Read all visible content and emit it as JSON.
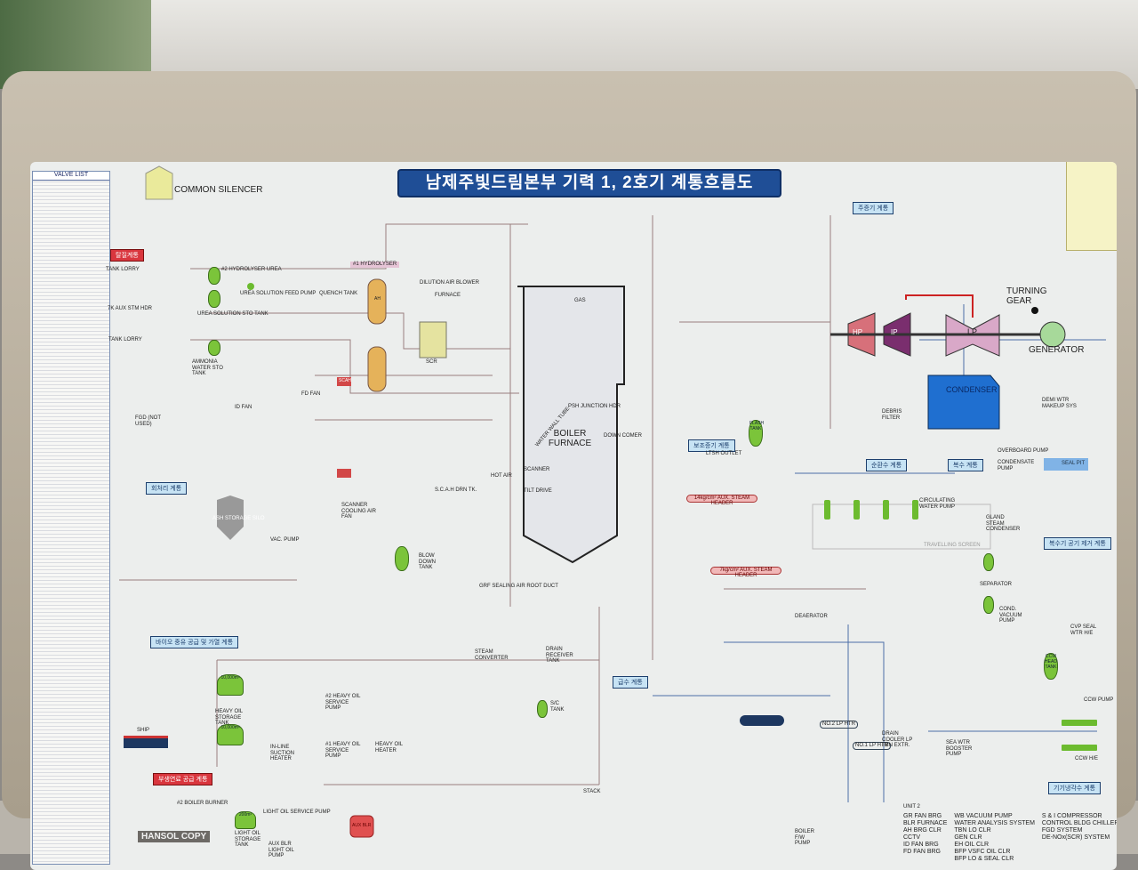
{
  "title": "남제주빛드림본부 기력 1, 2호기 계통흐름도",
  "valve_list": "VALVE LIST",
  "common_silencer": "COMMON SILENCER",
  "turbine": {
    "hp": "HP",
    "ip": "IP",
    "lp": "LP",
    "turning_gear": "TURNING GEAR",
    "generator": "GENERATOR",
    "condenser": "CONDENSER"
  },
  "boiler": {
    "label": "BOILER FURNACE",
    "gas": "GAS",
    "water_wall": "WATER WALL TUBE",
    "down_comer": "DOWN COMER",
    "scanner": "SCANNER",
    "tilt_drive": "TILT DRIVE",
    "psh_junction": "PSH JUNCTION HDR"
  },
  "sections": {
    "denox": "탈질계통",
    "ash": "회처리 계통",
    "heavy_oil": "바이오 중유 공급 및 가열 계통",
    "byproduct_fuel": "부생연료 공급 계통",
    "aux_steam": "보조증기 계통",
    "circ_water": "순환수 계통",
    "condensate": "복수 계통",
    "cond_air_removal": "복수기 공기 제거 계통",
    "feedwater": "급수 계통",
    "ccw": "기기냉각수 계통",
    "main_steam": "주증기 계통"
  },
  "labels": {
    "hydrolyser_urea": "#2 HYDROLYSER UREA",
    "urea_tank": "UREA SOLUTION STO TANK",
    "urea_pump": "UREA SOLUTION FEED PUMP",
    "quench": "QUENCH TANK",
    "hydrolyser1": "#1 HYDROLYSER",
    "tank_lorry": "TANK LORRY",
    "aux_stm_hdr": "7K AUX STM HDR",
    "ammonia_tank": "AMMONIA WATER STO TANK",
    "fgd": "FGD (NOT USED)",
    "fd_fan": "FD FAN",
    "id_fan": "ID FAN",
    "scah": "SCAH",
    "ah": "AH",
    "scr": "SCR",
    "furnace": "FURNACE",
    "dilution": "DILUTION AIR BLOWER",
    "hot_air": "HOT AIR",
    "scah_drn": "S.C.A.H DRN TK.",
    "scanner_fan": "SCANNER COOLING AIR FAN",
    "blow_down": "BLOW DOWN TANK",
    "ash_silo": "ASH STORAGE SILO",
    "vac_pump": "VAC. PUMP",
    "grf": "GRF SEALING AIR ROOT DUCT",
    "heavy_oil_tank": "HEAVY OIL STORAGE TANK",
    "tank_cap": "10,000m³",
    "ship": "SHIP",
    "inline_heater": "IN-LINE SUCTION HEATER",
    "ho_pump1": "#1 HEAVY OIL SERVICE PUMP",
    "ho_pump2": "#2 HEAVY OIL SERVICE PUMP",
    "ho_heater": "HEAVY OIL HEATER",
    "light_oil_tank": "LIGHT OIL STORAGE TANK",
    "lo_cap": "200m³",
    "lo_pump": "LIGHT OIL SERVICE PUMP",
    "aux_blr": "AUX BLR",
    "aux_lo_pump": "AUX BLR LIGHT OIL PUMP",
    "boiler_burner": "#2 BOILER BURNER",
    "steam_converter": "STEAM CONVERTER",
    "drain_receiver": "DRAIN RECEIVER TANK",
    "sc_tank": "S/C TANK",
    "stack": "STACK",
    "flash_tank": "FLASH TANK",
    "ltsh": "LTSH OUTLET",
    "aux_hdr14": "14kg/cm² AUX. STEAM HEADER",
    "aux_hdr7": "7kg/cm² AUX. STEAM HEADER",
    "deaerator": "DEAERATOR",
    "circ_pump": "CIRCULATING WATER PUMP",
    "travelling_screen": "TRAVELLING SCREEN",
    "gland_cond": "GLAND STEAM CONDENSER",
    "separator": "SEPARATOR",
    "cond_vac_pump": "COND. VACUUM PUMP",
    "cvp_seal": "CVP SEAL WTR H/E",
    "seal_pit": "SEAL PIT",
    "condensate_pump": "CONDENSATE PUMP",
    "overboard": "OVERBOARD PUMP",
    "debris": "DEBRIS FILTER",
    "demi": "DEMI WTR MAKEUP SYS",
    "ccw_head": "CCW HEAD TANK",
    "ccw_pump": "CCW PUMP",
    "ccw_he": "CCW H/E",
    "sea_booster": "SEA WTR BOOSTER PUMP",
    "lp_htr1": "NO.1 LP HTR",
    "lp_htr2": "NO.2 LP HTR",
    "bfp": "BOILER F/W PUMP",
    "drain_cooler": "DRAIN COOLER LP TBN EXTR.",
    "unit2": "UNIT 2",
    "ccw_list_a": [
      "GR FAN BRG",
      "BLR FURNACE",
      "AH BRG CLR",
      "CCTV",
      "ID FAN BRG",
      "FD FAN BRG"
    ],
    "ccw_list_b": [
      "WB VACUUM PUMP",
      "WATER ANALYSIS SYSTEM",
      "TBN LO CLR",
      "GEN CLR",
      "EH OIL CLR",
      "BFP VSFC OIL CLR",
      "BFP LO & SEAL CLR"
    ],
    "ccw_list_c": [
      "S & I COMPRESSOR",
      "CONTROL BLDG CHILLER",
      "FGD SYSTEM",
      "DE-NOx(SCR) SYSTEM"
    ]
  },
  "box_brand": "HANSOL COPY",
  "colors": {
    "title_bg": "#1f4e96",
    "condenser": "#1f6fd0",
    "tank": "#7bc43a",
    "hp": "#d7707a",
    "ip": "#7a2e6e",
    "lp": "#d9a8c8"
  }
}
